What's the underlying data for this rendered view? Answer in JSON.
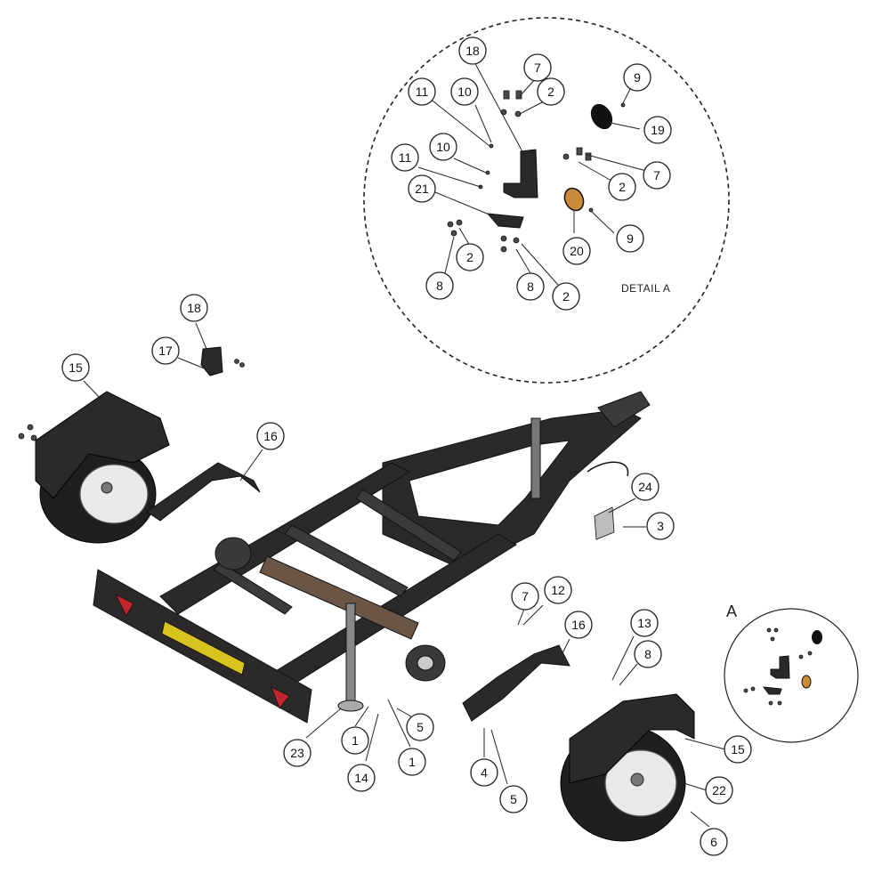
{
  "detail_label": "DETAIL A",
  "detail_inset_letter": "A",
  "callouts": [
    {
      "id": "c18d",
      "text": "18"
    },
    {
      "id": "c7a",
      "text": "7"
    },
    {
      "id": "c9a",
      "text": "9"
    },
    {
      "id": "c11a",
      "text": "11"
    },
    {
      "id": "c10a",
      "text": "10"
    },
    {
      "id": "c2a",
      "text": "2"
    },
    {
      "id": "c19",
      "text": "19"
    },
    {
      "id": "c10b",
      "text": "10"
    },
    {
      "id": "c11b",
      "text": "11"
    },
    {
      "id": "c2b",
      "text": "2"
    },
    {
      "id": "c7b",
      "text": "7"
    },
    {
      "id": "c21",
      "text": "21"
    },
    {
      "id": "c9b",
      "text": "9"
    },
    {
      "id": "c2c",
      "text": "2"
    },
    {
      "id": "c20",
      "text": "20"
    },
    {
      "id": "c8a",
      "text": "8"
    },
    {
      "id": "c8b",
      "text": "8"
    },
    {
      "id": "c2d",
      "text": "2"
    },
    {
      "id": "c18",
      "text": "18"
    },
    {
      "id": "c17",
      "text": "17"
    },
    {
      "id": "c15a",
      "text": "15"
    },
    {
      "id": "c16a",
      "text": "16"
    },
    {
      "id": "c24",
      "text": "24"
    },
    {
      "id": "c3",
      "text": "3"
    },
    {
      "id": "c7c",
      "text": "7"
    },
    {
      "id": "c12",
      "text": "12"
    },
    {
      "id": "c16b",
      "text": "16"
    },
    {
      "id": "c13",
      "text": "13"
    },
    {
      "id": "c8c",
      "text": "8"
    },
    {
      "id": "c5a",
      "text": "5"
    },
    {
      "id": "c23",
      "text": "23"
    },
    {
      "id": "c1a",
      "text": "1"
    },
    {
      "id": "c1b",
      "text": "1"
    },
    {
      "id": "c14",
      "text": "14"
    },
    {
      "id": "c4",
      "text": "4"
    },
    {
      "id": "c5b",
      "text": "5"
    },
    {
      "id": "c15b",
      "text": "15"
    },
    {
      "id": "c22",
      "text": "22"
    },
    {
      "id": "c6",
      "text": "6"
    }
  ],
  "colors": {
    "frame": "#2b2a29",
    "reflector_yellow": "#d8c21e",
    "reflector_red": "#c0262c",
    "axle_tan": "#6b5646",
    "wheel_rim": "#e9e9e9",
    "reflector_orange": "#c98a3a"
  }
}
